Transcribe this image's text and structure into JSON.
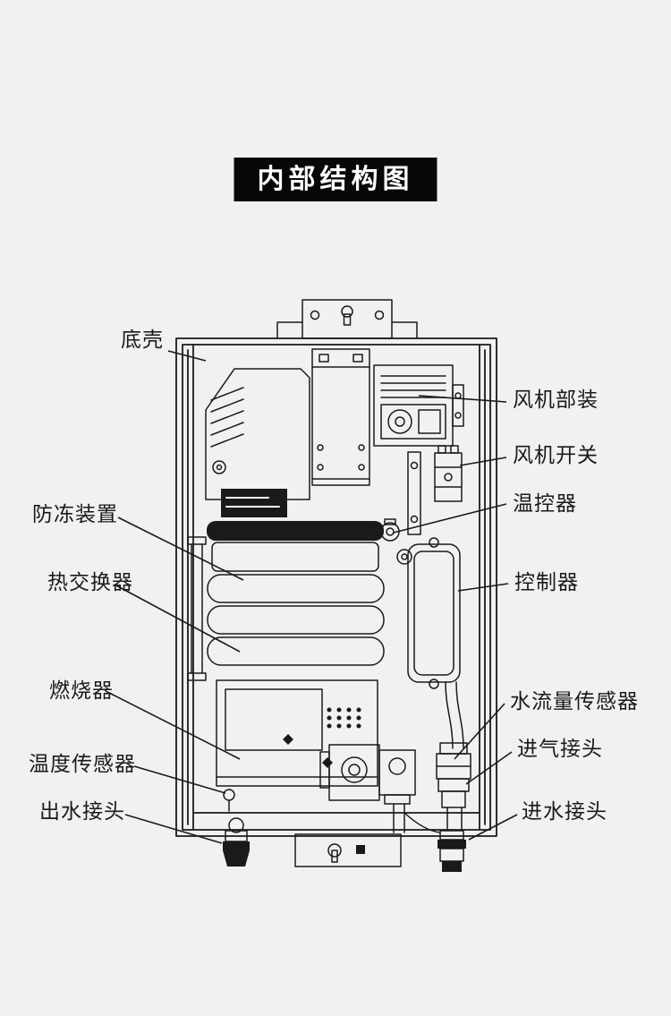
{
  "title": "内部结构图",
  "colors": {
    "background": "#f1f1f2",
    "title_bg": "#070707",
    "title_text": "#ffffff",
    "line": "#1a1a1a"
  },
  "labels": {
    "bottom_shell": "底壳",
    "fan_assembly": "风机部装",
    "fan_switch": "风机开关",
    "thermostat": "温控器",
    "controller": "控制器",
    "antifreeze_device": "防冻装置",
    "heat_exchanger": "热交换器",
    "burner": "燃烧器",
    "temperature_sensor": "温度传感器",
    "water_outlet": "出水接头",
    "water_flow_sensor": "水流量传感器",
    "gas_inlet": "进气接头",
    "water_inlet": "进水接头"
  }
}
